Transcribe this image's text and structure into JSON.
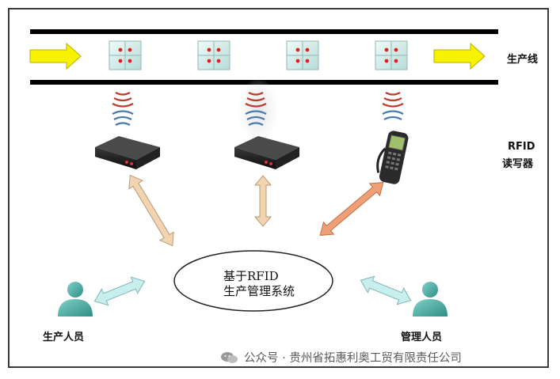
{
  "labels": {
    "production_line": "生产线",
    "rfid_reader_line1": "RFID",
    "rfid_reader_line2": "读写器",
    "production_staff": "生产人员",
    "management_staff": "管理人员",
    "system_line1": "基于RFID",
    "system_line2": "生产管理系统"
  },
  "watermark": {
    "icon": "wechat-icon",
    "text": "公众号 · 贵州省拓惠利奥工贸有限责任公司"
  },
  "colors": {
    "conveyor_rail": "#000000",
    "flow_arrow": "#f6f200",
    "box": "#d8f0ee",
    "rfid_tag": "#e02020",
    "signal_red": "#c0392b",
    "signal_blue": "#4a7ab0",
    "reader": "#1a1a1a",
    "link_arrow_tan": "#f2d4b0",
    "link_arrow_orange": "#f0a078",
    "person": "#4fb0a6",
    "person_arrow": "#c8eeee"
  }
}
